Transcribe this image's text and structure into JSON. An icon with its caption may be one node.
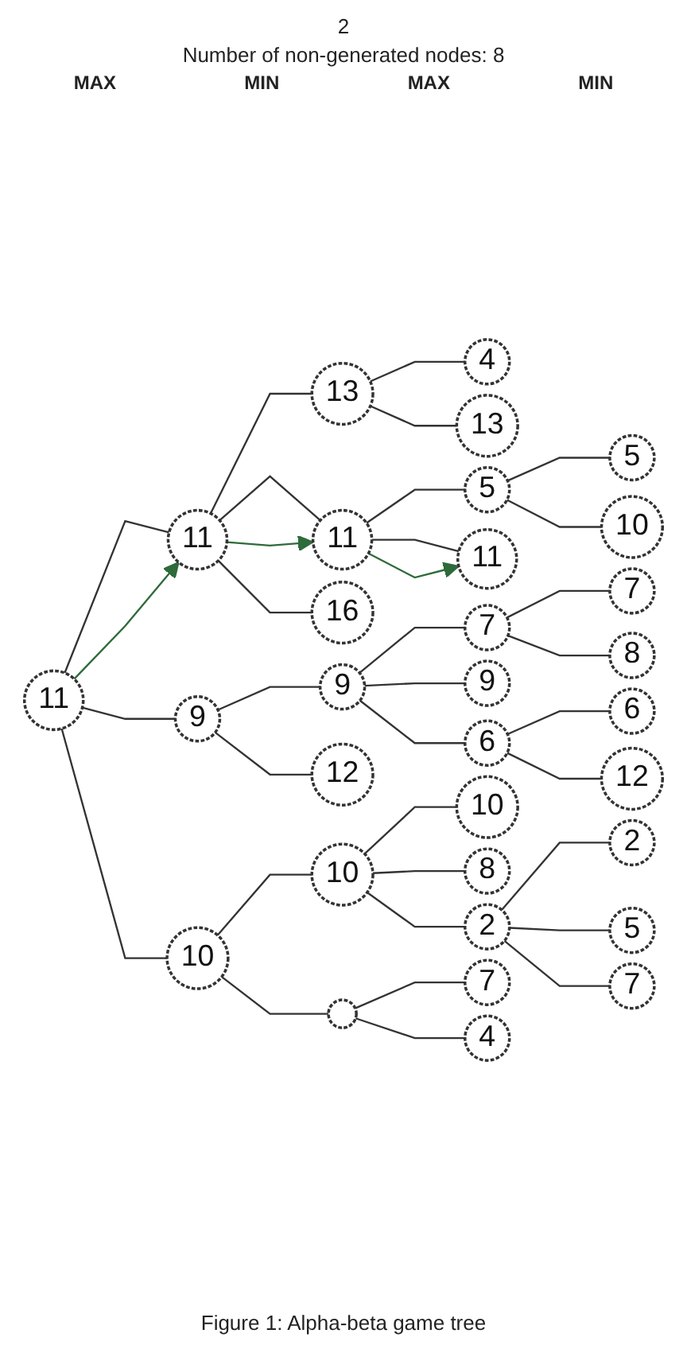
{
  "diagram": {
    "caption": "Figure 1: Alpha-beta game tree",
    "nodes": [
      {
        "text": [
          "11"
        ]
      },
      {
        "text": [
          "11"
        ]
      },
      {
        "text": [
          "13"
        ]
      },
      {
        "text": [
          "4"
        ]
      },
      {
        "text": [
          "13"
        ]
      },
      {
        "text": [
          "11"
        ]
      },
      {
        "text": [
          "5"
        ]
      },
      {
        "text": [
          "5"
        ]
      },
      {
        "text": [
          "10"
        ]
      },
      {
        "text": [
          "11"
        ]
      },
      {
        "text": [
          "16"
        ]
      },
      {
        "text": [
          "9"
        ]
      },
      {
        "text": [
          "9"
        ]
      },
      {
        "text": [
          "7"
        ]
      },
      {
        "text": [
          "7"
        ]
      },
      {
        "text": [
          "8"
        ]
      },
      {
        "text": [
          "9"
        ]
      },
      {
        "text": [
          "6"
        ]
      },
      {
        "text": [
          "6"
        ]
      },
      {
        "text": [
          "12"
        ]
      },
      {
        "text": [
          "12"
        ]
      },
      {
        "text": [
          "10"
        ]
      },
      {
        "text": [
          "10"
        ]
      },
      {
        "text": [
          "10"
        ]
      },
      {
        "text": [
          "8"
        ]
      },
      {
        "text": [
          "2"
        ]
      },
      {
        "text": [
          "2"
        ]
      },
      {
        "text": [
          "5"
        ]
      },
      {
        "text": [
          "7"
        ]
      },
      {
        "text": [],
        "shape": "circle"
      },
      {
        "text": [
          "7"
        ]
      },
      {
        "text": [
          "4"
        ]
      }
    ],
    "edges": [
      {
        "from": 0,
        "to": 1,
        "arrow": "none"
      },
      {
        "from": 0,
        "to": 11,
        "arrow": "none"
      },
      {
        "from": 0,
        "to": 21,
        "arrow": "none"
      },
      {
        "from": 1,
        "to": 2,
        "arrow": "none"
      },
      {
        "from": 1,
        "to": 5,
        "arrow": "none"
      },
      {
        "from": 1,
        "to": 10,
        "arrow": "none"
      },
      {
        "from": 2,
        "to": 3,
        "arrow": "none"
      },
      {
        "from": 2,
        "to": 4,
        "arrow": "none"
      },
      {
        "from": 5,
        "to": 6,
        "arrow": "none"
      },
      {
        "from": 5,
        "to": 9,
        "arrow": "none"
      },
      {
        "from": 6,
        "to": 7,
        "arrow": "none"
      },
      {
        "from": 6,
        "to": 8,
        "arrow": "none"
      },
      {
        "from": 11,
        "to": 12,
        "arrow": "none"
      },
      {
        "from": 11,
        "to": 20,
        "arrow": "none"
      },
      {
        "from": 12,
        "to": 13,
        "arrow": "none"
      },
      {
        "from": 12,
        "to": 16,
        "arrow": "none"
      },
      {
        "from": 12,
        "to": 17,
        "arrow": "none"
      },
      {
        "from": 13,
        "to": 14,
        "arrow": "none"
      },
      {
        "from": 13,
        "to": 15,
        "arrow": "none"
      },
      {
        "from": 17,
        "to": 18,
        "arrow": "none"
      },
      {
        "from": 17,
        "to": 19,
        "arrow": "none"
      },
      {
        "from": 21,
        "to": 22,
        "arrow": "none"
      },
      {
        "from": 21,
        "to": 29,
        "arrow": "none"
      },
      {
        "from": 22,
        "to": 23,
        "arrow": "none"
      },
      {
        "from": 22,
        "to": 24,
        "arrow": "none"
      },
      {
        "from": 22,
        "to": 25,
        "arrow": "none"
      },
      {
        "from": 25,
        "to": 26,
        "arrow": "none"
      },
      {
        "from": 25,
        "to": 27,
        "arrow": "none"
      },
      {
        "from": 25,
        "to": 28,
        "arrow": "none"
      },
      {
        "from": 29,
        "to": 30,
        "arrow": "none"
      },
      {
        "from": 29,
        "to": 31,
        "arrow": "none"
      },
      {
        "from": 0,
        "to": 1,
        "arrow": "to",
        "color": "#2e6b3a"
      },
      {
        "from": 1,
        "to": 5,
        "arrow": "to",
        "color": "#2e6b3a"
      },
      {
        "from": 5,
        "to": 9,
        "arrow": "to",
        "color": "#2e6b3a"
      }
    ],
    "labels": [
      "2",
      "Number of non-generated nodes: 8",
      "MAX",
      "MIN",
      "MAX",
      "MIN"
    ]
  }
}
